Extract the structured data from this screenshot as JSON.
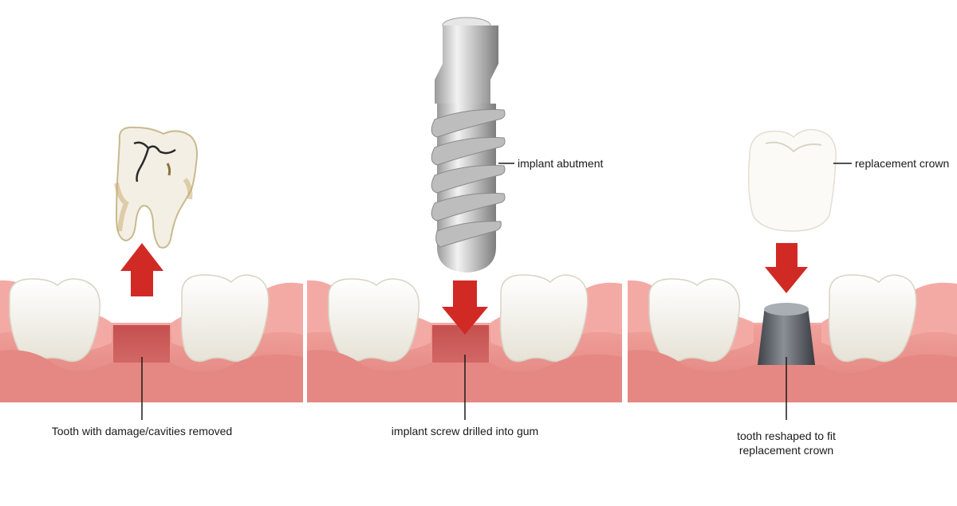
{
  "panels": [
    {
      "id": "extraction",
      "caption": "Tooth with damage/cavities removed"
    },
    {
      "id": "implant",
      "caption": "implant screw drilled into gum",
      "side_label": "implant abutment"
    },
    {
      "id": "crown",
      "caption_line1": "tooth reshaped to fit",
      "caption_line2": "replacement crown",
      "side_label": "replacement crown"
    }
  ],
  "colors": {
    "gum": "#e8938e",
    "gum_dark": "#c9706c",
    "gum_light": "#f5b7b1",
    "socket": "#c95c5a",
    "tooth": "#f7f5ee",
    "tooth_shade": "#dcd8cc",
    "arrow": "#d12a25",
    "metal": "#c8c8c8",
    "metal_dark": "#8c8c8c",
    "stump": "#5b5f66"
  }
}
